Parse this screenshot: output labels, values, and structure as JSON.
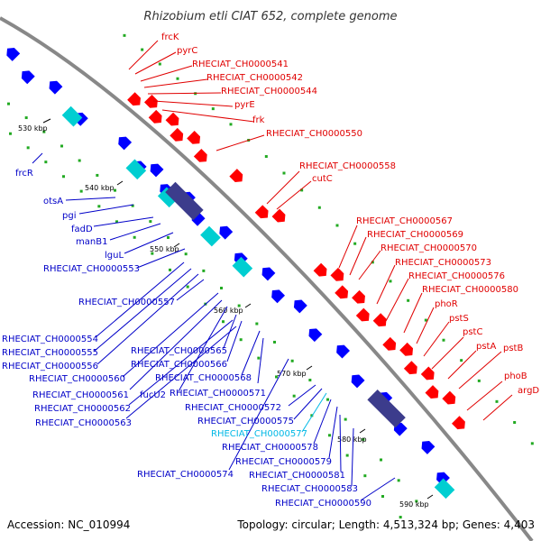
{
  "title": "Rhizobium etli CIAT 652, complete genome",
  "footer": {
    "accession": "Accession: NC_010994",
    "topology": "Topology: circular; Length: 4,513,324 bp; Genes: 4,403"
  },
  "ticks": [
    "530 kbp",
    "540 kbp",
    "550 kbp",
    "560 kbp",
    "570 kbp",
    "580 kbp",
    "590 kbp"
  ],
  "forward_genes": [
    "frcK",
    "pyrC",
    "RHECIAT_CH0000541",
    "RHECIAT_CH0000542",
    "RHECIAT_CH0000544",
    "pyrE",
    "frk",
    "RHECIAT_CH0000550",
    "RHECIAT_CH0000558",
    "cutC",
    "RHECIAT_CH0000567",
    "RHECIAT_CH0000569",
    "RHECIAT_CH0000570",
    "RHECIAT_CH0000573",
    "RHECIAT_CH0000576",
    "RHECIAT_CH0000580",
    "phoR",
    "pstS",
    "pstC",
    "pstA",
    "pstB",
    "phoB",
    "argD"
  ],
  "reverse_genes": [
    "frcR",
    "otsA",
    "pgi",
    "fadD",
    "manB1",
    "lguL",
    "RHECIAT_CH0000553",
    "RHECIAT_CH0000557",
    "RHECIAT_CH0000554",
    "RHECIAT_CH0000555",
    "RHECIAT_CH0000556",
    "RHECIAT_CH0000565",
    "RHECIAT_CH0000566",
    "RHECIAT_CH0000560",
    "RHECIAT_CH0000568",
    "RHECIAT_CH0000561",
    "fucU2",
    "RHECIAT_CH0000571",
    "RHECIAT_CH0000562",
    "RHECIAT_CH0000572",
    "RHECIAT_CH0000563",
    "RHECIAT_CH0000575",
    "RHECIAT_CH0000577",
    "RHECIAT_CH0000578",
    "RHECIAT_CH0000579",
    "RHECIAT_CH0000574",
    "RHECIAT_CH0000581",
    "RHECIAT_CH0000583",
    "RHECIAT_CH0000590"
  ],
  "colors": {
    "forward_label": "#e00000",
    "reverse_label": "#0000c8",
    "highlight_label": "#00b8e6",
    "forward_gene": "#ff0000",
    "reverse_gene": "#0000ff",
    "rna_gene": "#00ced1",
    "operon": "#3c3c8c",
    "backbone": "#888888",
    "gc_skew": "#22aa22"
  }
}
